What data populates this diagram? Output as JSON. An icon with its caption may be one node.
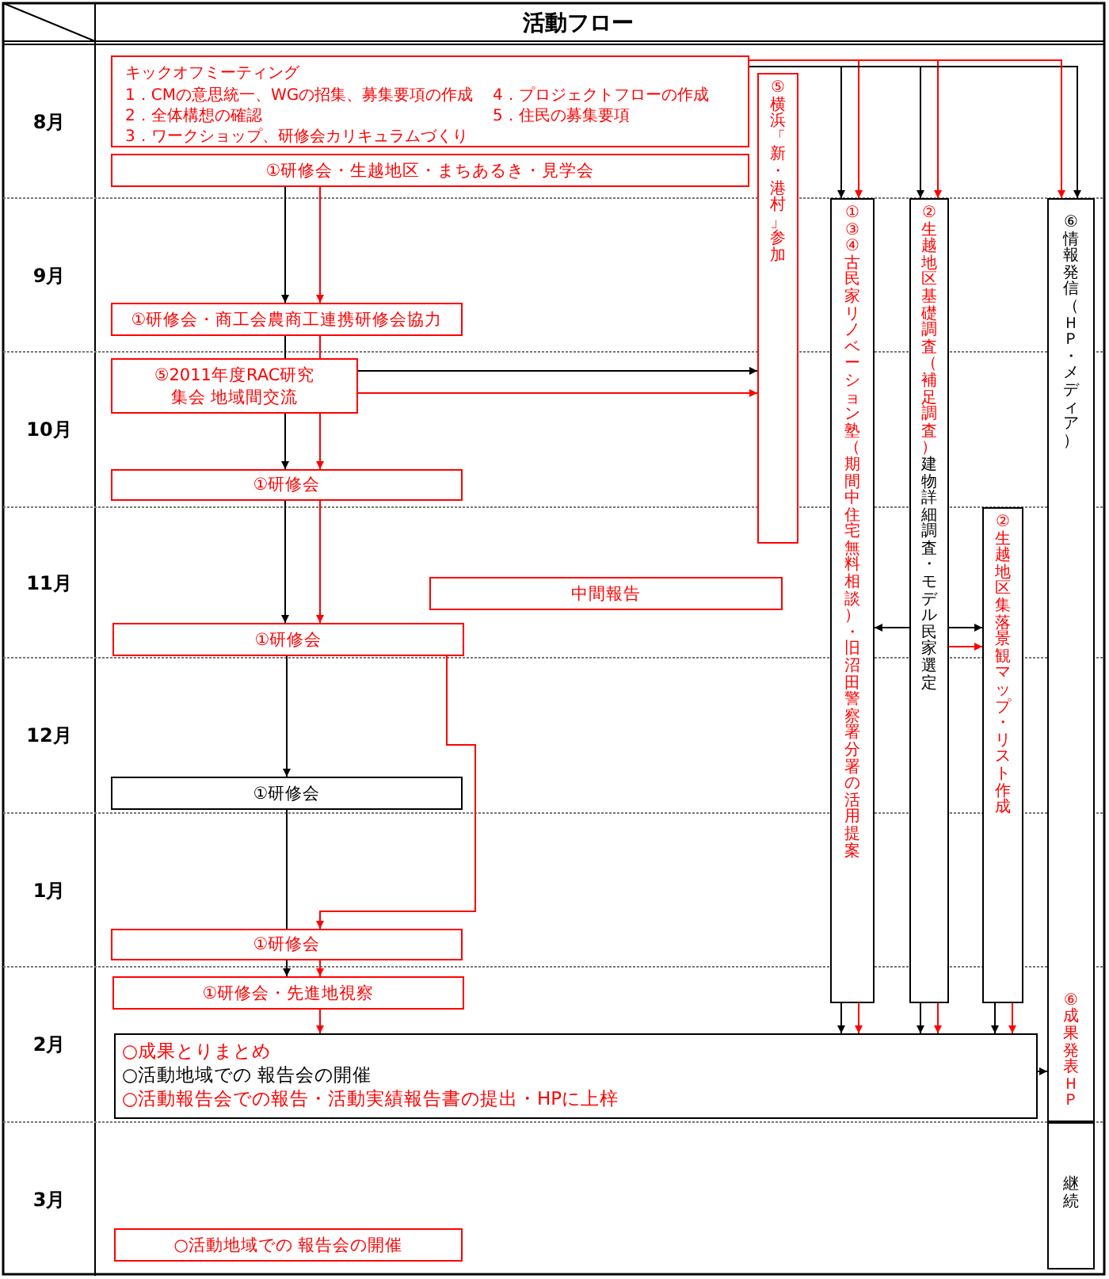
{
  "diagram": {
    "title": "活動フロー",
    "nodes": [
      {
        "text": [
          "キックオフミーティング",
          "1．CMの意思統一、WGの招集、募集要項の作成",
          "2．全体構想の確認",
          "3．ワークショップ、研修会カリキュラムづくり",
          "4．プロジェクトフローの作成",
          "5．住民の募集要項"
        ]
      },
      {
        "text": [
          "⑤横浜「新・港村」参加"
        ]
      },
      {
        "text": [
          "①研修会・生越地区・まちあるき・見学会"
        ]
      },
      {
        "text": [
          "①③④古民家リノベーション塾（期間中住宅無料相談）・旧沼田警察署分署の活用提案"
        ]
      },
      {
        "text": [
          "②生越地区基礎調査（補足調査）",
          "建物詳細調査・モデル民家選定"
        ]
      },
      {
        "text": [
          "⑥情報発信（ＨＰ・メディア）",
          "⑥成果発表ＨＰ"
        ]
      },
      {
        "text": [
          "①研修会・商工会農商工連携研修会協力"
        ]
      },
      {
        "text": [
          "⑤2011年度RAC研究集会 地域間交流"
        ]
      },
      {
        "text": [
          "①研修会"
        ]
      },
      {
        "text": [
          "②生越地区集落景観マップ・リスト作成"
        ]
      },
      {
        "text": [
          "中間報告"
        ]
      },
      {
        "text": [
          "①研修会"
        ]
      },
      {
        "text": [
          "①研修会"
        ]
      },
      {
        "text": [
          "①研修会"
        ]
      },
      {
        "text": [
          "①研修会・先進地視察"
        ]
      },
      {
        "text": [
          "○成果とりまとめ",
          "○活動地域での 報告会の開催",
          "○活動報告会での報告・活動実績報告書の提出・HPに上梓"
        ]
      },
      {
        "text": [
          "継続"
        ]
      },
      {
        "text": [
          "○活動地域での 報告会の開催"
        ]
      }
    ],
    "edges": [
      {
        "from": 0,
        "to": 3,
        "arrow": "to"
      },
      {
        "from": 0,
        "to": 3,
        "arrow": "to",
        "color": "#ff0000"
      },
      {
        "from": 0,
        "to": 4,
        "arrow": "to"
      },
      {
        "from": 0,
        "to": 4,
        "arrow": "to",
        "color": "#ff0000"
      },
      {
        "from": 0,
        "to": 5,
        "arrow": "to"
      },
      {
        "from": 0,
        "to": 5,
        "arrow": "to",
        "color": "#ff0000"
      },
      {
        "from": 2,
        "to": 6,
        "arrow": "to"
      },
      {
        "from": 2,
        "to": 6,
        "arrow": "to",
        "color": "#ff0000"
      },
      {
        "from": 6,
        "to": 7,
        "arrow": "none"
      },
      {
        "from": 6,
        "to": 7,
        "arrow": "none",
        "color": "#ff0000"
      },
      {
        "from": 7,
        "to": 1,
        "arrow": "to"
      },
      {
        "from": 7,
        "to": 1,
        "arrow": "to",
        "color": "#ff0000"
      },
      {
        "from": 7,
        "to": 8,
        "arrow": "to"
      },
      {
        "from": 7,
        "to": 8,
        "arrow": "to",
        "color": "#ff0000"
      },
      {
        "from": 8,
        "to": 11,
        "arrow": "to"
      },
      {
        "from": 8,
        "to": 11,
        "arrow": "to",
        "color": "#ff0000"
      },
      {
        "from": 11,
        "to": 12,
        "arrow": "to"
      },
      {
        "from": 11,
        "to": 13,
        "arrow": "to",
        "color": "#ff0000"
      },
      {
        "from": 12,
        "to": 13,
        "arrow": "none"
      },
      {
        "from": 13,
        "to": 14,
        "arrow": "to"
      },
      {
        "from": 13,
        "to": 14,
        "arrow": "to",
        "color": "#ff0000"
      },
      {
        "from": 14,
        "to": 15,
        "arrow": "to",
        "color": "#ff0000"
      },
      {
        "from": 4,
        "to": 3,
        "arrow": "to"
      },
      {
        "from": 4,
        "to": 9,
        "arrow": "to"
      },
      {
        "from": 4,
        "to": 9,
        "arrow": "to",
        "color": "#ff0000"
      },
      {
        "from": 3,
        "to": 15,
        "arrow": "to"
      },
      {
        "from": 3,
        "to": 15,
        "arrow": "to",
        "color": "#ff0000"
      },
      {
        "from": 4,
        "to": 15,
        "arrow": "to"
      },
      {
        "from": 4,
        "to": 15,
        "arrow": "to",
        "color": "#ff0000"
      },
      {
        "from": 9,
        "to": 15,
        "arrow": "to"
      },
      {
        "from": 9,
        "to": 15,
        "arrow": "to",
        "color": "#ff0000"
      },
      {
        "from": 15,
        "to": 5,
        "arrow": "to"
      }
    ],
    "labels": [
      "8月",
      "9月",
      "10月",
      "11月",
      "12月",
      "1月",
      "2月",
      "3月"
    ]
  }
}
